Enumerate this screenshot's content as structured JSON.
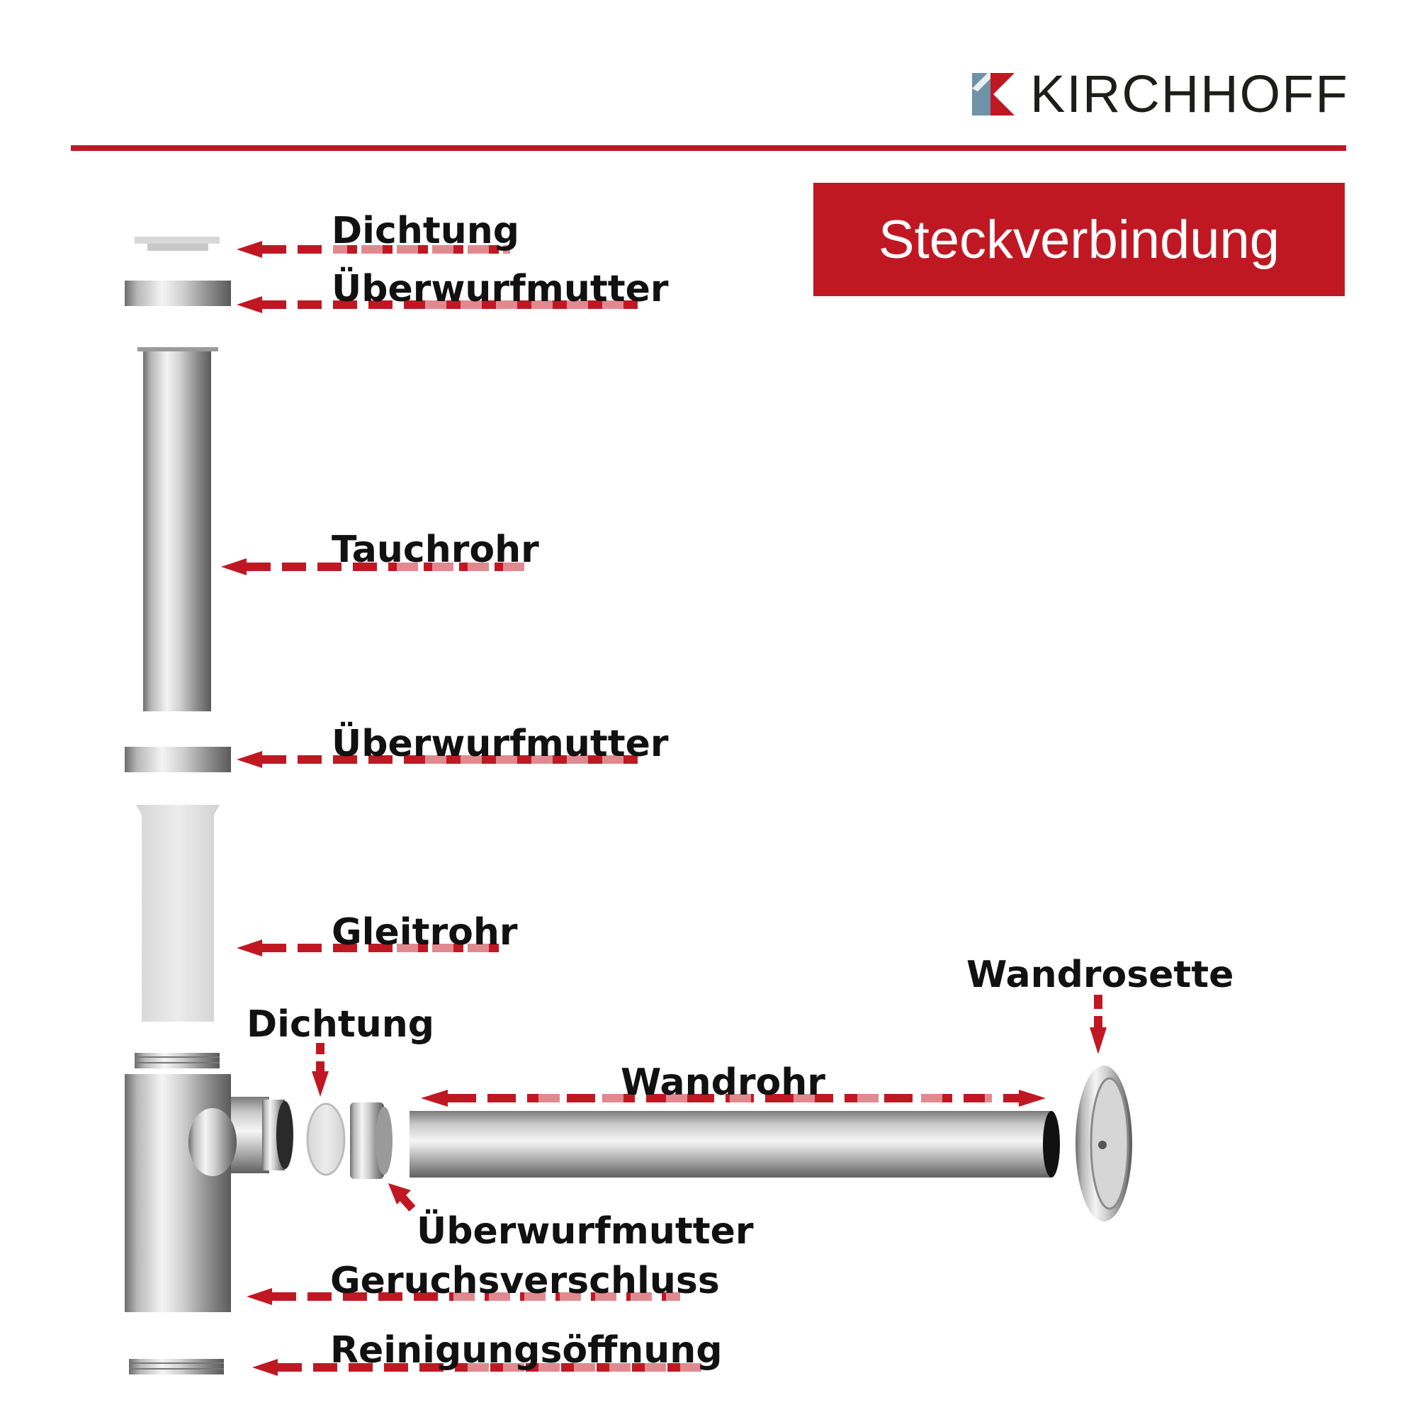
{
  "brand": {
    "name": "KIRCHHOFF",
    "logo_icon": "kirchhoff-k-logo"
  },
  "badge": {
    "text": "Steckverbindung"
  },
  "colors": {
    "accent": "#c01823",
    "dash_light": "#e08a90",
    "logo_blue": "#6f93a6",
    "text": "#111111"
  },
  "labels": {
    "dichtung_top": "Dichtung",
    "ueberwurfmutter_1": "Überwurfmutter",
    "tauchrohr": "Tauchrohr",
    "ueberwurfmutter_2": "Überwurfmutter",
    "gleitrohr": "Gleitrohr",
    "dichtung_side": "Dichtung",
    "wandrohr": "Wandrohr",
    "wandrosette": "Wandrosette",
    "ueberwurfmutter_3": "Überwurfmutter",
    "geruchsverschluss": "Geruchsverschluss",
    "reinigungsoeffnung": "Reinigungsöffnung"
  }
}
